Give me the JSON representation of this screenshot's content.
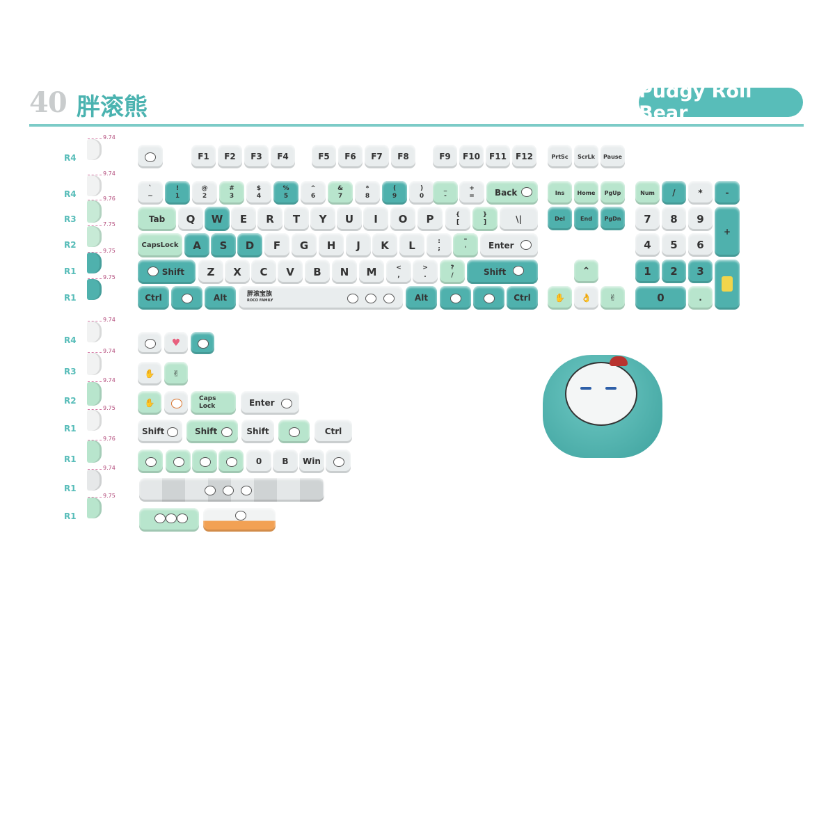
{
  "header": {
    "number": "40",
    "title_cn": "胖滚熊",
    "title_en": "Pudgy Roll Bear"
  },
  "profile_rows": [
    {
      "label": "R4",
      "dim": "9.74"
    },
    {
      "label": "R4",
      "dim": "9.74"
    },
    {
      "label": "R3",
      "dim": "9.76"
    },
    {
      "label": "R2",
      "dim": "7.75"
    },
    {
      "label": "R1",
      "dim": "9.75"
    },
    {
      "label": "R1",
      "dim": "9.75"
    },
    {
      "label": "R4",
      "dim": "9.74"
    },
    {
      "label": "R3",
      "dim": "9.74"
    },
    {
      "label": "R2",
      "dim": "9.74"
    },
    {
      "label": "R1",
      "dim": "9.75"
    },
    {
      "label": "R1",
      "dim": "9.76"
    },
    {
      "label": "R1",
      "dim": "9.74"
    },
    {
      "label": "R1",
      "dim": "9.75"
    }
  ],
  "keys": {
    "f1": "F1",
    "f2": "F2",
    "f3": "F3",
    "f4": "F4",
    "f5": "F5",
    "f6": "F6",
    "f7": "F7",
    "f8": "F8",
    "f9": "F9",
    "f10": "F10",
    "f11": "F11",
    "f12": "F12",
    "prtsc": "PrtSc",
    "scrlk": "ScrLk",
    "pause": "Pause",
    "n1": [
      "!",
      "1"
    ],
    "n2": [
      "@",
      "2"
    ],
    "n3": [
      "#",
      "3"
    ],
    "n4": [
      "$",
      "4"
    ],
    "n5": [
      "%",
      "5"
    ],
    "n6": [
      "^",
      "6"
    ],
    "n7": [
      "&",
      "7"
    ],
    "n8": [
      "*",
      "8"
    ],
    "n9": [
      "(",
      "9"
    ],
    "n0": [
      ")",
      "0"
    ],
    "minus": [
      "_",
      "-"
    ],
    "equal": [
      "+",
      "="
    ],
    "grave": [
      "`",
      "~"
    ],
    "back": "Back",
    "ins": "Ins",
    "home": "Home",
    "pgup": "PgUp",
    "num": "Num",
    "slash": "/",
    "star": "*",
    "nminus": "-",
    "tab": "Tab",
    "q": "Q",
    "w": "W",
    "e": "E",
    "r": "R",
    "t": "T",
    "y": "Y",
    "u": "U",
    "i": "I",
    "o": "O",
    "p": "P",
    "lbr": [
      "{",
      "["
    ],
    "rbr": [
      "}",
      "]"
    ],
    "bslash": "\\|",
    "del": "Del",
    "end": "End",
    "pgdn": "PgDn",
    "n7k": "7",
    "n8k": "8",
    "n9k": "9",
    "plus": "+",
    "caps": "CapsLock",
    "a": "A",
    "s": "S",
    "d": "D",
    "f": "F",
    "g": "G",
    "h": "H",
    "j": "J",
    "k": "K",
    "l": "L",
    "semi": [
      ":",
      ";"
    ],
    "quote": [
      "\"",
      "'"
    ],
    "enter": "Enter",
    "n4k": "4",
    "n5k": "5",
    "n6k": "6",
    "lshift": "Shift",
    "z": "Z",
    "x": "X",
    "c": "C",
    "v": "V",
    "b": "B",
    "n": "N",
    "m": "M",
    "comma": [
      "<",
      ","
    ],
    "period": [
      ">",
      "."
    ],
    "fslash": [
      "?",
      "/"
    ],
    "rshift": "Shift",
    "n1k": "1",
    "n2k": "2",
    "n3k": "3",
    "lctrl": "Ctrl",
    "lalt": "Alt",
    "space_cn": "胖滚宝族",
    "space_en": "ROCO FAMILY",
    "ralt": "Alt",
    "rctrl": "Ctrl",
    "n0k": "0",
    "ndot": "."
  },
  "extras": {
    "caps_lock": [
      "Caps",
      "Lock"
    ],
    "enter": "Enter",
    "shift1": "Shift",
    "shift2": "Shift",
    "shift3": "Shift",
    "ctrl": "Ctrl",
    "zero": "0",
    "b": "B",
    "win": "Win"
  },
  "colors": {
    "accent": "#58bdb9",
    "mint": "#b8e5cd",
    "teal": "#4fb1ad",
    "white": "#e9edee",
    "orange": "#f2a154"
  }
}
